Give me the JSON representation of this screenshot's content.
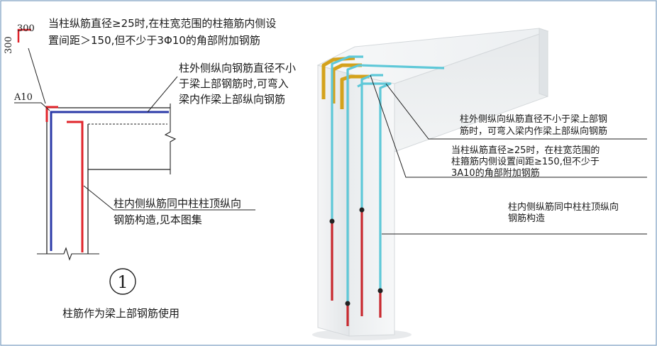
{
  "left_detail": {
    "dim_horizontal": "300",
    "dim_vertical": "300",
    "bar_mark": "A10",
    "note_corner_bars": [
      "当柱纵筋直径≥25时,在柱宽范围的柱箍筋内侧设",
      "置间距＞150,但不少于3Φ10的角部附加钢筋"
    ],
    "note_outer_bars": [
      "柱外侧纵向钢筋直径不小",
      "于梁上部钢筋时,可弯入",
      "梁内作梁上部纵向钢筋"
    ],
    "note_inner_bars": [
      "柱内侧纵筋同中柱柱顶纵向",
      "钢筋构造,见本图集"
    ],
    "detail_number": "1",
    "caption": "柱筋作为梁上部钢筋使用"
  },
  "right_3d": {
    "note_outer_bars": [
      "柱外侧纵向纵筋直径不小于梁上部钢",
      "筋时，可弯入梁内作梁上部纵向钢筋"
    ],
    "note_corner_bars": [
      "当柱纵筋直径≥25时，在柱宽范围的",
      "柱箍筋内侧设置间距≥150,但不少于",
      "3A10的角部附加钢筋"
    ],
    "note_inner_bars": [
      "柱内侧纵筋同中柱柱顶纵向",
      "钢筋构造"
    ]
  },
  "colors": {
    "outer_bar": "#2b3aa8",
    "inner_bar": "#e0242b",
    "corner_bar": "#e0242b",
    "bar_3d_cyan": "#5ec8d8",
    "bar_3d_red": "#c8282e",
    "bar_3d_gold": "#d4a21c",
    "concrete": "#eef0f1",
    "frame_border": "#7a9cc0"
  }
}
